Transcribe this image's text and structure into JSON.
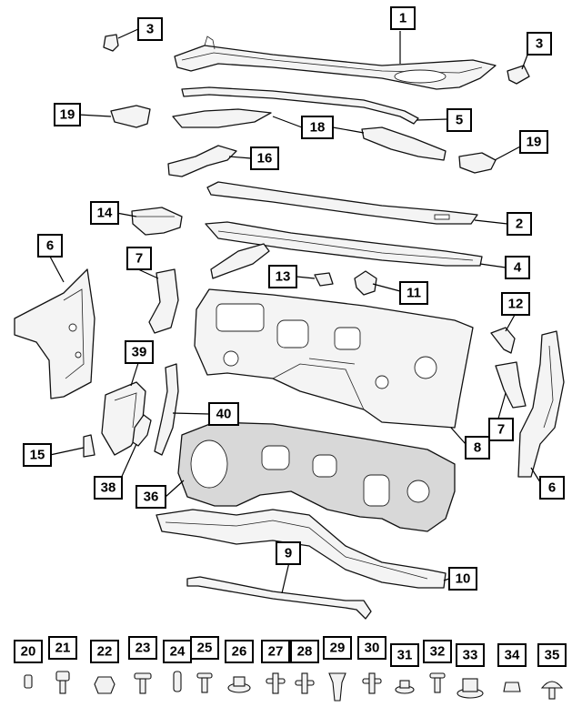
{
  "callouts": [
    {
      "id": "c3a",
      "label": "3"
    },
    {
      "id": "c1",
      "label": "1"
    },
    {
      "id": "c3b",
      "label": "3"
    },
    {
      "id": "c19a",
      "label": "19"
    },
    {
      "id": "c18",
      "label": "18"
    },
    {
      "id": "c5",
      "label": "5"
    },
    {
      "id": "c19b",
      "label": "19"
    },
    {
      "id": "c16",
      "label": "16"
    },
    {
      "id": "c14",
      "label": "14"
    },
    {
      "id": "c2",
      "label": "2"
    },
    {
      "id": "c6a",
      "label": "6"
    },
    {
      "id": "c7a",
      "label": "7"
    },
    {
      "id": "c4",
      "label": "4"
    },
    {
      "id": "c13",
      "label": "13"
    },
    {
      "id": "c11",
      "label": "11"
    },
    {
      "id": "c12",
      "label": "12"
    },
    {
      "id": "c39",
      "label": "39"
    },
    {
      "id": "c40",
      "label": "40"
    },
    {
      "id": "c7b",
      "label": "7"
    },
    {
      "id": "c8",
      "label": "8"
    },
    {
      "id": "c15",
      "label": "15"
    },
    {
      "id": "c38",
      "label": "38"
    },
    {
      "id": "c6b",
      "label": "6"
    },
    {
      "id": "c36",
      "label": "36"
    },
    {
      "id": "c9",
      "label": "9"
    },
    {
      "id": "c10",
      "label": "10"
    }
  ],
  "fasteners": [
    {
      "id": "f20",
      "label": "20"
    },
    {
      "id": "f21",
      "label": "21"
    },
    {
      "id": "f22",
      "label": "22"
    },
    {
      "id": "f23",
      "label": "23"
    },
    {
      "id": "f24",
      "label": "24"
    },
    {
      "id": "f25",
      "label": "25"
    },
    {
      "id": "f26",
      "label": "26"
    },
    {
      "id": "f27",
      "label": "27"
    },
    {
      "id": "f28",
      "label": "28"
    },
    {
      "id": "f29",
      "label": "29"
    },
    {
      "id": "f30",
      "label": "30"
    },
    {
      "id": "f31",
      "label": "31"
    },
    {
      "id": "f32",
      "label": "32"
    },
    {
      "id": "f33",
      "label": "33"
    },
    {
      "id": "f34",
      "label": "34"
    },
    {
      "id": "f35",
      "label": "35"
    }
  ]
}
